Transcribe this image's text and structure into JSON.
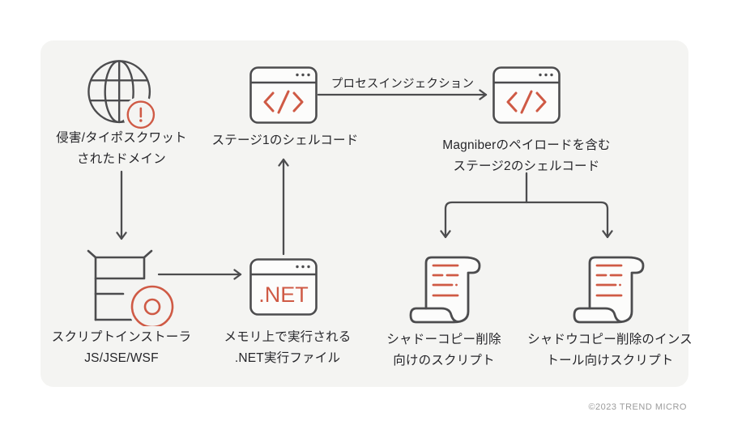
{
  "nodes": {
    "domain": {
      "line1": "侵害/タイポスクワット",
      "line2": "されたドメイン"
    },
    "stage1_shellcode": {
      "line1": "ステージ1のシェルコード"
    },
    "stage2_shellcode": {
      "line1": "Magniberのペイロードを含む",
      "line2": "ステージ2のシェルコード"
    },
    "script_installer": {
      "line1": "スクリプトインストーラ",
      "line2": "JS/JSE/WSF"
    },
    "dotnet_executable": {
      "line1": "メモリ上で実行される",
      "line2": ".NET実行ファイル",
      "window_text": ".NET"
    },
    "shadow_copy_delete_script": {
      "line1": "シャドーコピー削除",
      "line2": "向けのスクリプト"
    },
    "shadow_copy_delete_installer_script": {
      "line1": "シャドウコピー削除のインス",
      "line2": "トール向けスクリプト"
    }
  },
  "edges": {
    "process_injection": "プロセスインジェクション"
  },
  "footer": {
    "copyright": "©2023 TREND MICRO"
  },
  "colors": {
    "accent_red": "#cf5a45",
    "stroke_dark": "#4c4c4e",
    "panel_bg": "#f4f4f2",
    "text": "#26262a",
    "muted_gray": "#9b9b9b"
  }
}
